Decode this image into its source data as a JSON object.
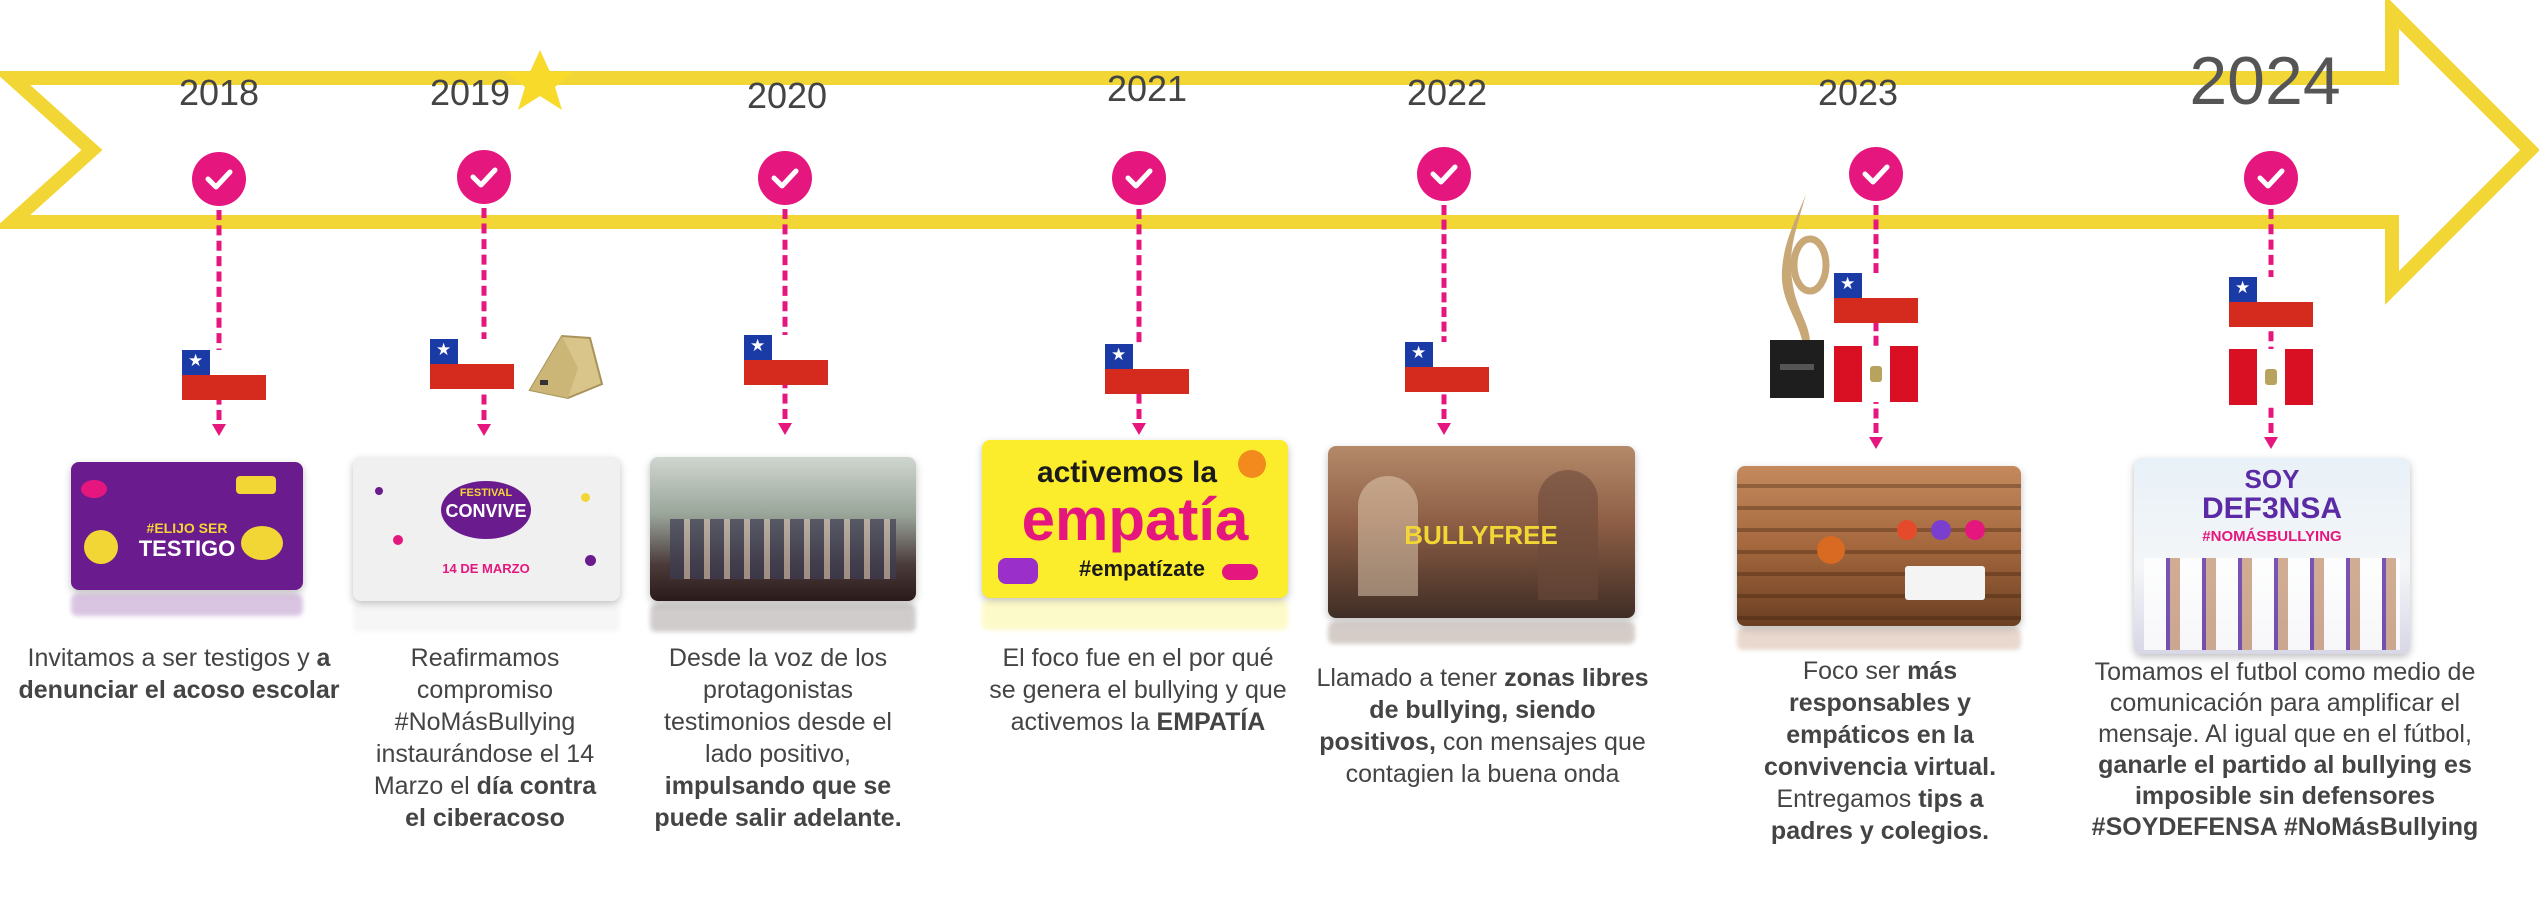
{
  "colors": {
    "arrow": "#f2d635",
    "accent": "#e5177e",
    "star": "#f7da2a"
  },
  "icons": {
    "check": "check-icon",
    "star": "star-icon",
    "trophy": "trophy-icon",
    "award": "award-icon",
    "flag_chile": "chile-flag-icon",
    "flag_peru": "peru-flag-icon"
  },
  "milestones": [
    {
      "year": "2018",
      "text_a": "Invitamos a ser testigos y ",
      "bold_a": "a denunciar el acoso escolar",
      "text_b": "",
      "bold_b": "",
      "card": {
        "l1": "#ELIJO SER",
        "l2": "TESTIGO"
      }
    },
    {
      "year": "2019",
      "text_a": "Reafirmamos compromiso #NoMásBullying instaurándose el 14 Marzo el ",
      "bold_a": "día contra el ciberacoso",
      "text_b": "",
      "bold_b": "",
      "card": {
        "l1": "FESTIVAL",
        "l2": "CONVIVE",
        "l3": "14 DE MARZO"
      }
    },
    {
      "year": "2020",
      "text_a": "Desde la voz de los protagonistas testimonios desde el lado positivo, ",
      "bold_a": "impulsando que se puede salir adelante.",
      "text_b": "",
      "bold_b": "",
      "card": {}
    },
    {
      "year": "2021",
      "text_a": "El foco fue en el por qué se genera el bullying y que activemos la ",
      "bold_a": "EMPATÍA",
      "text_b": "",
      "bold_b": "",
      "card": {
        "l1": "activemos la",
        "l2": "empatía",
        "l3": "#empatízate"
      }
    },
    {
      "year": "2022",
      "text_a": "Llamado a tener ",
      "bold_a": "zonas libres de bullying, siendo positivos,",
      "text_b": " con mensajes que contagien la buena onda",
      "bold_b": "",
      "card": {
        "l1": "BULLYFREE"
      }
    },
    {
      "year": "2023",
      "text_a": "Foco ser ",
      "bold_a": "más responsables y empáticos en la convivencia virtual.",
      "text_b": " Entregamos ",
      "bold_b": "tips  a padres y colegios.",
      "card": {}
    },
    {
      "year": "2024",
      "text_a": "Tomamos el futbol como medio de comunicación para amplificar el mensaje. Al igual que en el fútbol, ",
      "bold_a": "ganarle el partido al bullying es imposible sin defensores #SOYDEFENSA #NoMásBullying",
      "text_b": "",
      "bold_b": "",
      "card": {
        "l1": "SOY",
        "l2": "DEF3NSA",
        "l3": "#NOMÁSBULLYING"
      }
    }
  ]
}
